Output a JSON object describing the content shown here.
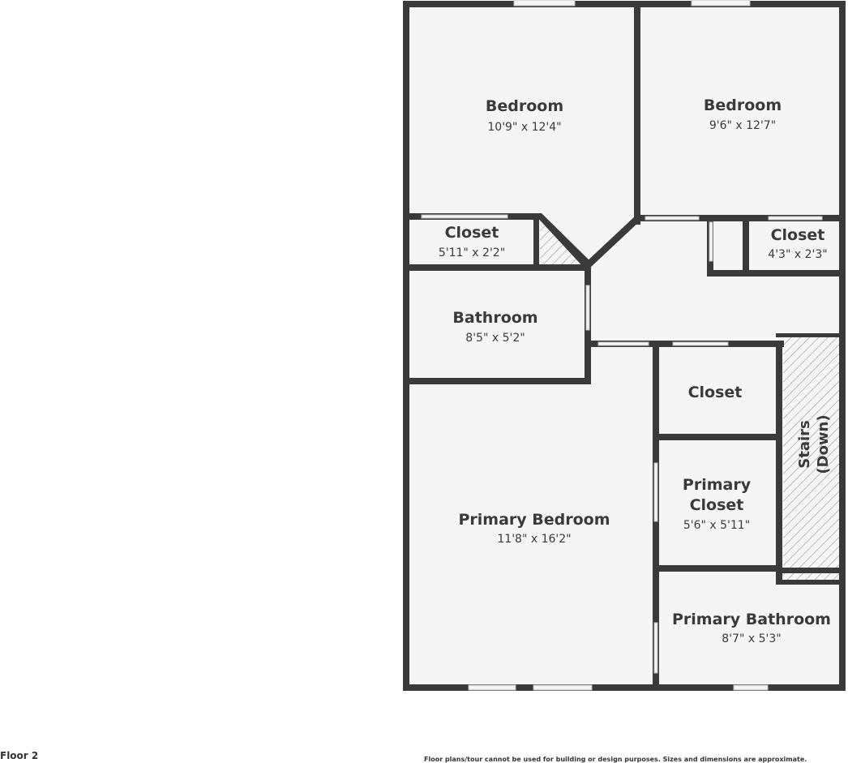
{
  "floor_label": "Floor 2",
  "disclaimer": "Floor plans/tour cannot be used for building or design purposes. Sizes and dimensions are approximate.",
  "rooms": {
    "bedroom_left": {
      "name": "Bedroom",
      "dims": "10'9\" x 12'4\""
    },
    "bedroom_right": {
      "name": "Bedroom",
      "dims": "9'6\" x 12'7\""
    },
    "closet_left": {
      "name": "Closet",
      "dims": "5'11\" x 2'2\""
    },
    "closet_right": {
      "name": "Closet",
      "dims": "4'3\" x 2'3\""
    },
    "bathroom": {
      "name": "Bathroom",
      "dims": "8'5\" x 5'2\""
    },
    "closet_center": {
      "name": "Closet"
    },
    "primary_closet": {
      "name_line1": "Primary",
      "name_line2": "Closet",
      "dims": "5'6\" x 5'11\""
    },
    "primary_bedroom": {
      "name": "Primary Bedroom",
      "dims": "11'8\" x 16'2\""
    },
    "primary_bathroom": {
      "name": "Primary Bathroom",
      "dims": "8'7\" x 5'3\""
    }
  },
  "stairs": {
    "line1": "Stairs",
    "line2": "(Down)"
  },
  "colors": {
    "wall": "#3a3a3a",
    "floor": "#f5f5f5",
    "background": "#ffffff",
    "text": "#3a3a3a"
  }
}
